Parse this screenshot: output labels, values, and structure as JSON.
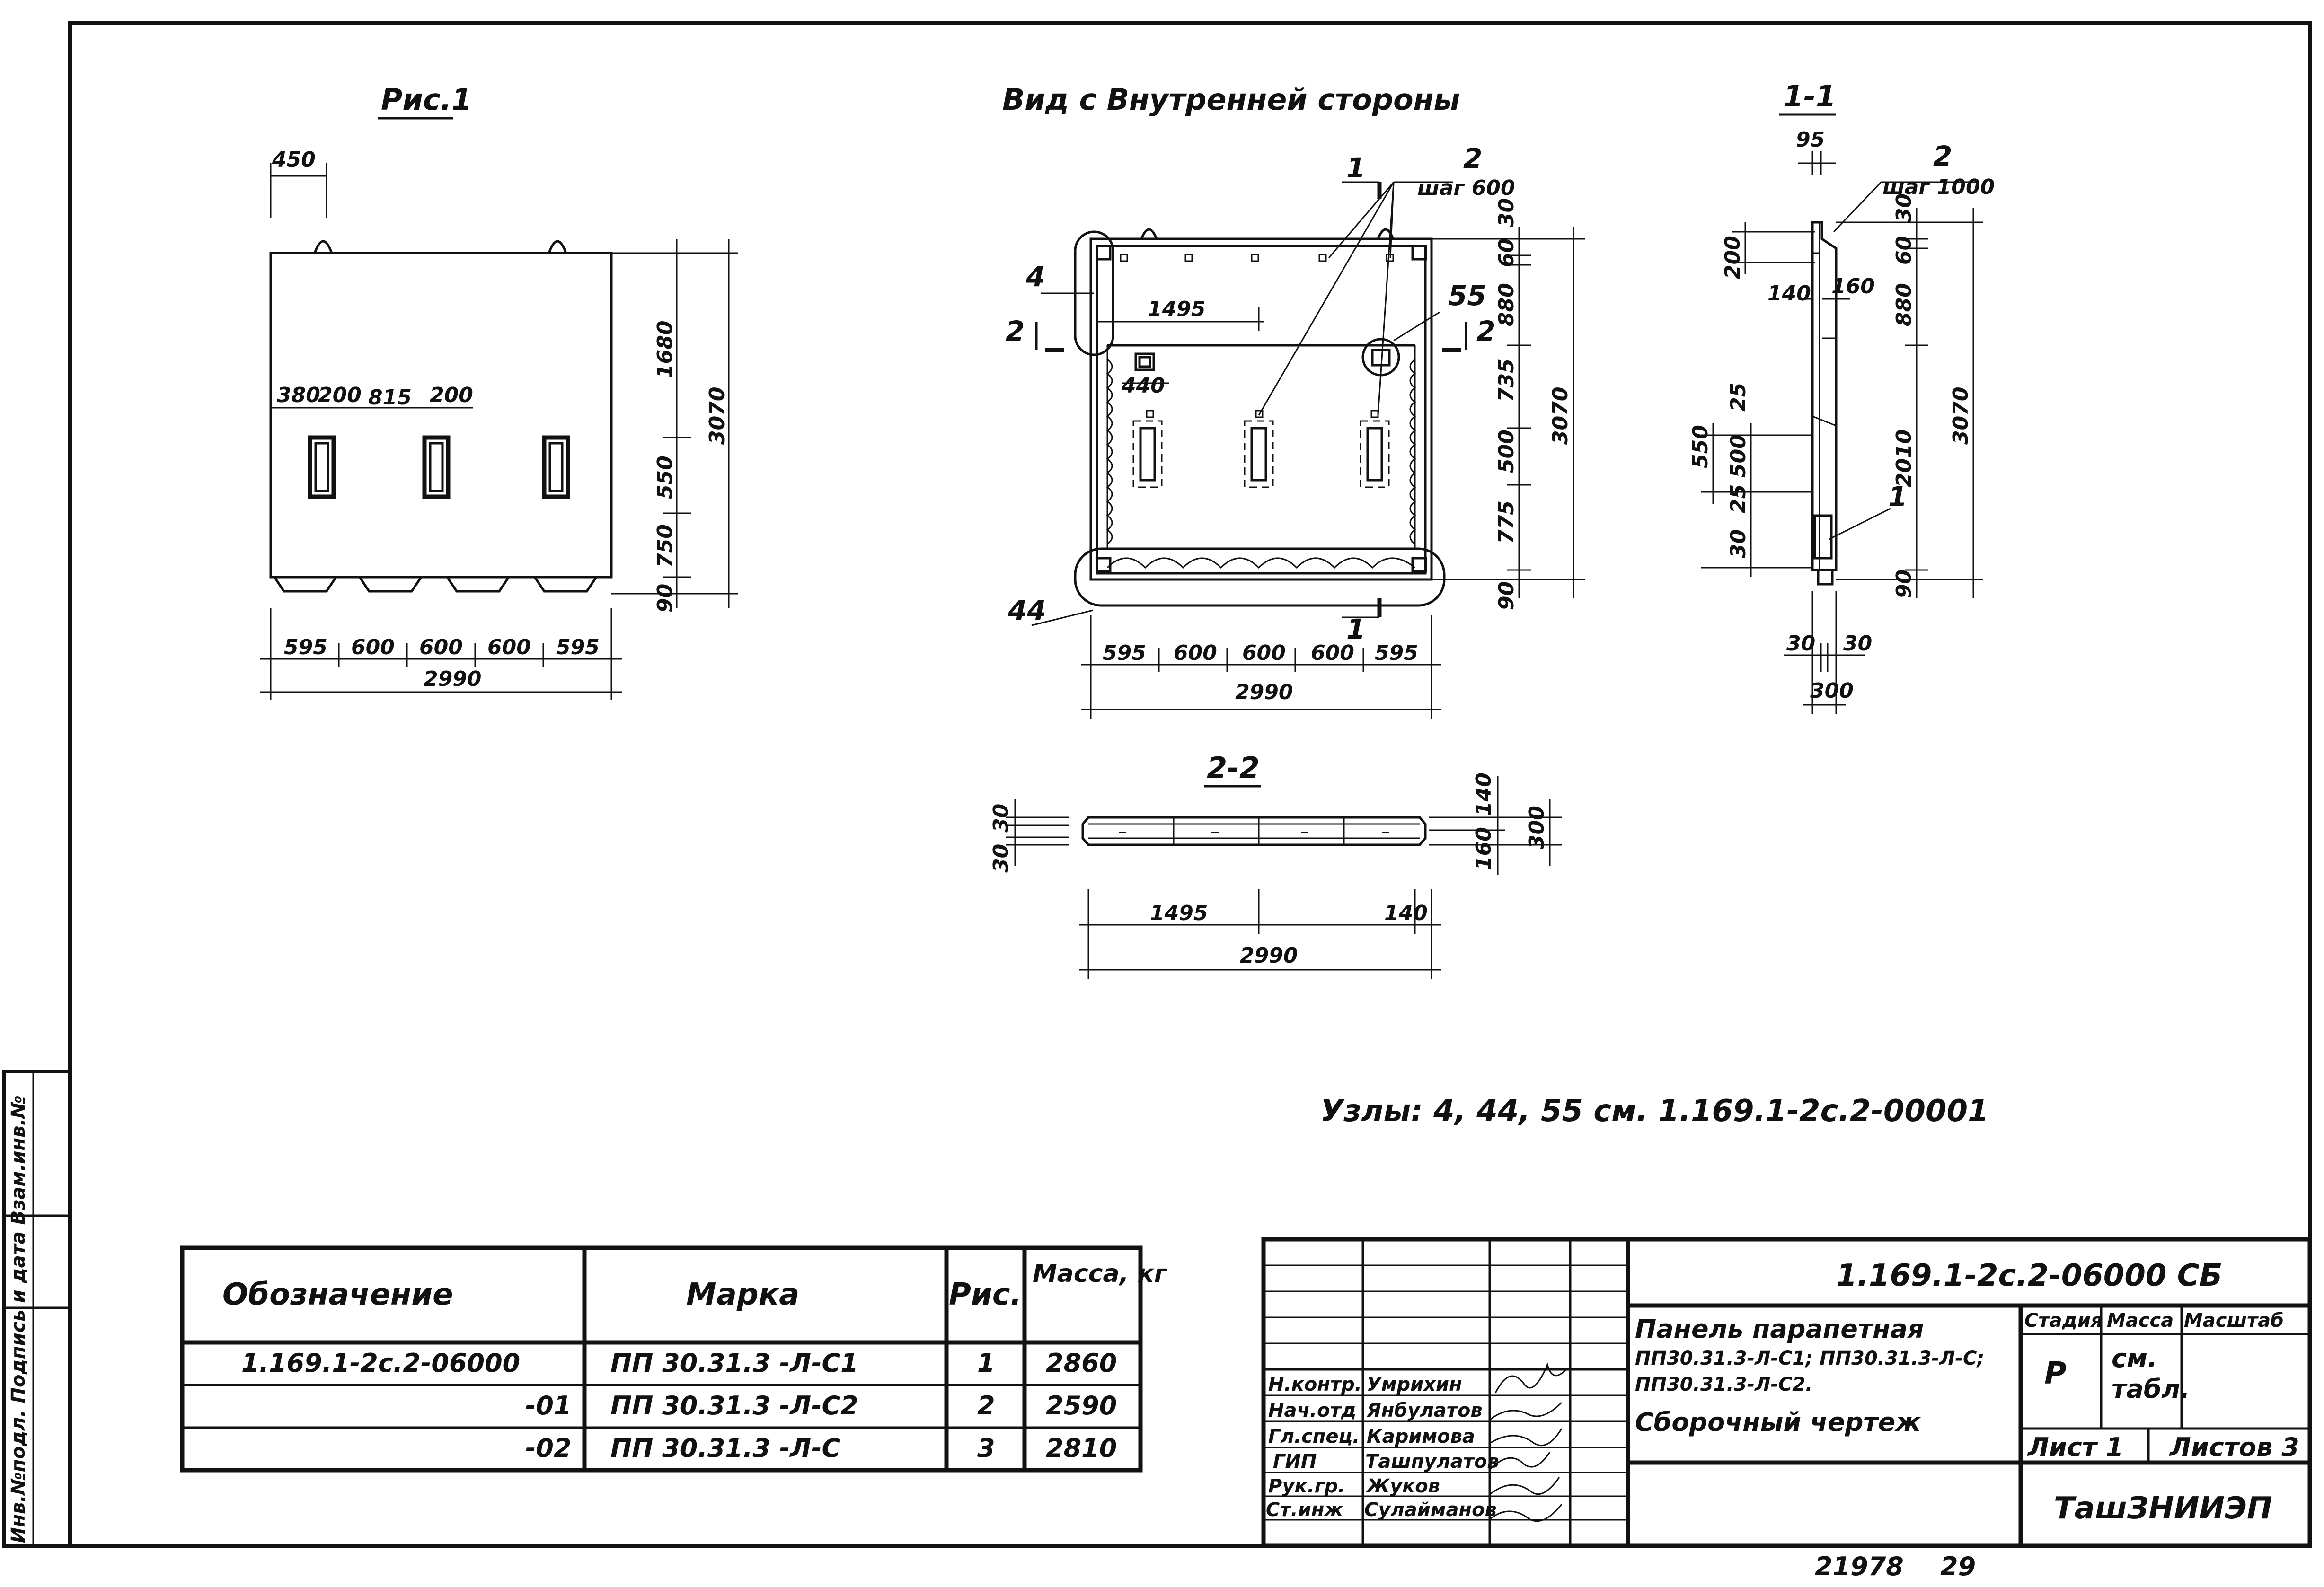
{
  "views": {
    "fig1_title": "Рис.1",
    "front_title": "Вид с Внутренней стороны",
    "section11_title": "1-1",
    "section22_title": "2-2"
  },
  "fig1_dims": {
    "top": "450",
    "r1": "1680",
    "r2": "550",
    "r3": "750",
    "r4": "90",
    "total_h": "3070",
    "o1": "380",
    "o2": "200",
    "o3": "815",
    "o4": "200",
    "b1": "595",
    "b2": "600",
    "b3": "600",
    "b4": "600",
    "b5": "595",
    "total_w": "2990"
  },
  "front_dims": {
    "m2": "2",
    "step600": "шаг 600",
    "m1_top": "1",
    "m1_bot": "1",
    "m4": "4",
    "m44": "44",
    "m55": "55",
    "s2_left": "2",
    "s2_right": "2",
    "d1495": "1495",
    "d440": "440",
    "r30": "30",
    "r60": "60",
    "r880": "880",
    "r735": "735",
    "r500": "500",
    "r775": "775",
    "r90": "90",
    "total_h": "3070",
    "b1": "595",
    "b2": "600",
    "b3": "600",
    "b4": "600",
    "b5": "595",
    "total_w": "2990"
  },
  "sec11_dims": {
    "d95": "95",
    "m2": "2",
    "step1000": "шаг 1000",
    "d200": "200",
    "d140": "140",
    "d160": "160",
    "r30": "30",
    "r60": "60",
    "r880": "880",
    "r2010": "2010",
    "r90": "90",
    "total_h": "3070",
    "d550": "550",
    "d500": "500",
    "d25a": "25",
    "d25b": "25",
    "d30": "30",
    "m1": "1",
    "b30a": "30",
    "b30b": "30",
    "b300": "300"
  },
  "sec22_dims": {
    "l30a": "30",
    "l30b": "30",
    "r140": "140",
    "r160": "160",
    "r300": "300",
    "d1495": "1495",
    "d140": "140",
    "d2990": "2990"
  },
  "nodes_note": "Узлы: 4, 44, 55 см. 1.169.1-2с.2-00001",
  "spec_table": {
    "headers": [
      "Обозначение",
      "Марка",
      "Рис.",
      "Масса, кг"
    ],
    "rows": [
      [
        "1.169.1-2с.2-06000",
        "ПП 30.31.3 -Л-С1",
        "1",
        "2860"
      ],
      [
        "-01",
        "ПП 30.31.3 -Л-С2",
        "2",
        "2590"
      ],
      [
        "-02",
        "ПП 30.31.3 -Л-С",
        "3",
        "2810"
      ]
    ]
  },
  "title_block": {
    "doc_code": "1.169.1-2с.2-06000 СБ",
    "name_line1": "Панель парапетная",
    "name_line2": "ПП30.31.3-Л-С1;  ПП30.31.3-Л-С;",
    "name_line3": "ПП30.31.3-Л-С2.",
    "name_line4": "Сборочный чертеж",
    "stage_header": "Стадия",
    "mass_header": "Масса",
    "scale_header": "Масштаб",
    "stage_value": "Р",
    "mass_value_1": "см.",
    "mass_value_2": "табл.",
    "sheet_label": "Лист 1",
    "sheets_label": "Листов 3",
    "org": "ТашЗНИИЭП",
    "roles": [
      "Н.контр.",
      "Нач.отд",
      "Гл.спец.",
      "ГИП",
      "Рук.гр.",
      "Ст.инж"
    ],
    "names": [
      "Умрихин",
      "Янбулатов",
      "Каримова",
      "Ташпулатов",
      "Жуков",
      "Сулайманов"
    ]
  },
  "side_stamp": "Инв.№подл. Подпись и дата Взам.инв.№",
  "footer": {
    "number": "21978",
    "page": "29"
  }
}
